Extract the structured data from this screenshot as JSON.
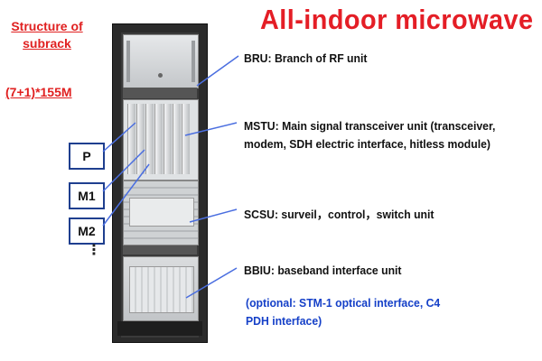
{
  "title": "All-indoor microwave",
  "subtitle": "Structure of subrack",
  "spec": "(7+1)*155M",
  "slots": [
    "P",
    "M1",
    "M2"
  ],
  "more_marker": "⋮",
  "labels": {
    "bru": "BRU: Branch of RF unit",
    "mstu_line1": "MSTU: Main signal transceiver unit (transceiver,",
    "mstu_line2": "modem, SDH electric interface, hitless module)",
    "scsu": "SCSU: surveil，control，switch unit",
    "bbiu": "BBIU: baseband interface unit",
    "optional_line1": "(optional: STM-1 optical interface, C4",
    "optional_line2": "PDH interface)"
  },
  "colors": {
    "title": "#e41e26",
    "subtitle": "#e02020",
    "optional_text": "#1540c8",
    "pointer_lines": "#4a6ee0",
    "slot_border": "#1f3f8f"
  }
}
